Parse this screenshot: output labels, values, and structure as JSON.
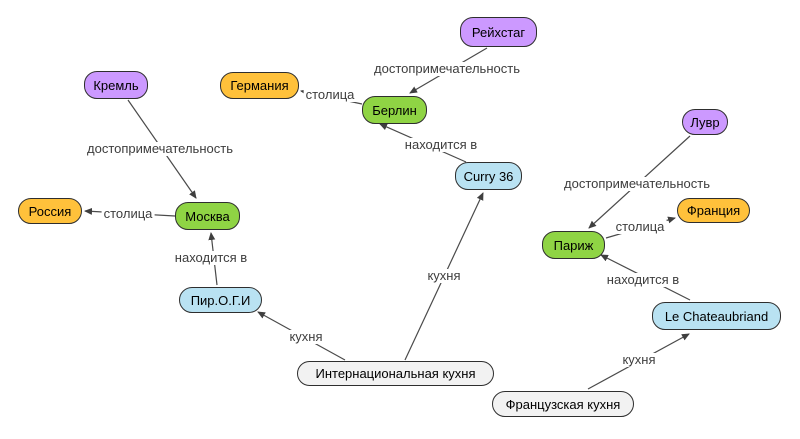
{
  "diagram": {
    "type": "knowledge-graph",
    "palette": {
      "landmark_fill": "#CC99FF",
      "country_fill": "#FFC13B",
      "city_fill": "#8FD444",
      "place_fill": "#B9E2F2",
      "cuisine_fill": "#F2F2F2",
      "node_border": "#2E2E2E",
      "edge_color": "#4A4A4A",
      "background": "#FFFFFF"
    },
    "nodes": [
      {
        "id": "kremlin",
        "label": "Кремль",
        "type": "landmark"
      },
      {
        "id": "germany",
        "label": "Германия",
        "type": "country"
      },
      {
        "id": "reichstag",
        "label": "Рейхстаг",
        "type": "landmark"
      },
      {
        "id": "berlin",
        "label": "Берлин",
        "type": "city"
      },
      {
        "id": "russia",
        "label": "Россия",
        "type": "country"
      },
      {
        "id": "moscow",
        "label": "Москва",
        "type": "city"
      },
      {
        "id": "curry-36",
        "label": "Curry 36",
        "type": "place"
      },
      {
        "id": "louvre",
        "label": "Лувр",
        "type": "landmark"
      },
      {
        "id": "france",
        "label": "Франция",
        "type": "country"
      },
      {
        "id": "paris",
        "label": "Париж",
        "type": "city"
      },
      {
        "id": "pirogi",
        "label": "Пир.О.Г.И",
        "type": "place"
      },
      {
        "id": "le-chateaubriand",
        "label": "Le Chateaubriand",
        "type": "place"
      },
      {
        "id": "international-cuisine",
        "label": "Интернациональная кухня",
        "type": "cuisine"
      },
      {
        "id": "french-cuisine",
        "label": "Французская кухня",
        "type": "cuisine"
      }
    ],
    "edges": [
      {
        "from": "kremlin",
        "to": "moscow",
        "label": "достопримечательность"
      },
      {
        "from": "moscow",
        "to": "russia",
        "label": "столица"
      },
      {
        "from": "pirogi",
        "to": "moscow",
        "label": "находится в"
      },
      {
        "from": "reichstag",
        "to": "berlin",
        "label": "достопримечательность"
      },
      {
        "from": "berlin",
        "to": "germany",
        "label": "столица"
      },
      {
        "from": "curry-36",
        "to": "berlin",
        "label": "находится в"
      },
      {
        "from": "international-cuisine",
        "to": "pirogi",
        "label": "кухня"
      },
      {
        "from": "international-cuisine",
        "to": "curry-36",
        "label": "кухня"
      },
      {
        "from": "louvre",
        "to": "paris",
        "label": "достопримечательность"
      },
      {
        "from": "paris",
        "to": "france",
        "label": "столица"
      },
      {
        "from": "le-chateaubriand",
        "to": "paris",
        "label": "находится в"
      },
      {
        "from": "french-cuisine",
        "to": "le-chateaubriand",
        "label": "кухня"
      }
    ]
  }
}
